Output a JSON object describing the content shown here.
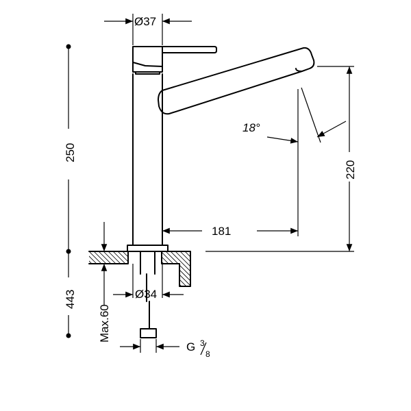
{
  "dimensions": {
    "top_diameter": "Ø37",
    "total_height": "250",
    "spout_height": "220",
    "spout_reach": "181",
    "swivel_angle": "18°",
    "below_height": "443",
    "max_thickness": "Max.60",
    "base_diameter": "Ø34",
    "thread_main": "G",
    "thread_num": "3",
    "thread_den": "8"
  },
  "colors": {
    "line": "#000000",
    "background": "#ffffff"
  }
}
